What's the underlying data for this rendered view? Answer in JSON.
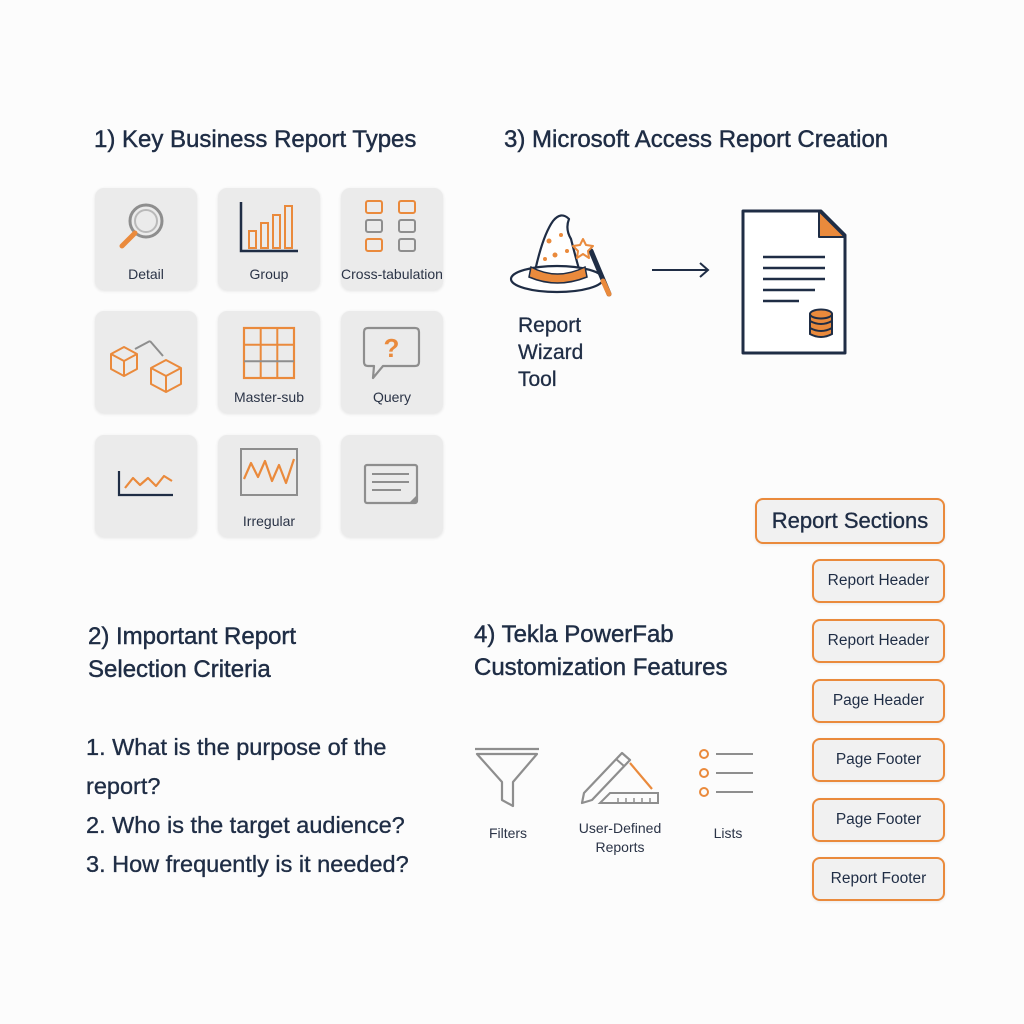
{
  "section1": {
    "title": "1) Key Business Report Types",
    "tiles": [
      {
        "label": "Detail",
        "icon": "magnifier-icon"
      },
      {
        "label": "Group",
        "icon": "bar-chart-icon"
      },
      {
        "label": "Cross-tabulation",
        "icon": "grid-blocks-icon"
      },
      {
        "label": "",
        "icon": "linked-cubes-icon"
      },
      {
        "label": "Master-sub",
        "icon": "table-grid-icon"
      },
      {
        "label": "Query",
        "icon": "question-bubble-icon"
      },
      {
        "label": "",
        "icon": "line-chart-icon"
      },
      {
        "label": "Irregular",
        "icon": "wave-chart-icon"
      },
      {
        "label": "",
        "icon": "document-lines-icon"
      }
    ]
  },
  "section2": {
    "title_line1": "2) Important Report",
    "title_line2": "Selection Criteria",
    "criteria": [
      "1. What is the purpose of the",
      "report?",
      "2. Who is the target audience?",
      "3. How frequently is it needed?"
    ]
  },
  "section3": {
    "title": "3) Microsoft Access Report Creation",
    "wizard_label": [
      "Report",
      "Wizard",
      "Tool"
    ],
    "icons": [
      "wizard-hat-icon",
      "arrow-right-icon",
      "report-document-icon"
    ]
  },
  "section4": {
    "title_line1": "4) Tekla PowerFab",
    "title_line2": "Customization Features",
    "features": [
      {
        "label": "Filters",
        "icon": "funnel-icon"
      },
      {
        "label_line1": "User-Defined",
        "label_line2": "Reports",
        "icon": "pencil-ruler-icon"
      },
      {
        "label": "Lists",
        "icon": "list-icon"
      }
    ]
  },
  "report_sections": {
    "title": "Report Sections",
    "items": [
      "Report Header",
      "Report Header",
      "Page Header",
      "Page Footer",
      "Page Footer",
      "Report Footer"
    ]
  },
  "colors": {
    "accent": "#ea8a3c",
    "navy": "#1f2d45",
    "icon_gray": "#8e8e8e",
    "tile_bg": "#ebebeb"
  }
}
